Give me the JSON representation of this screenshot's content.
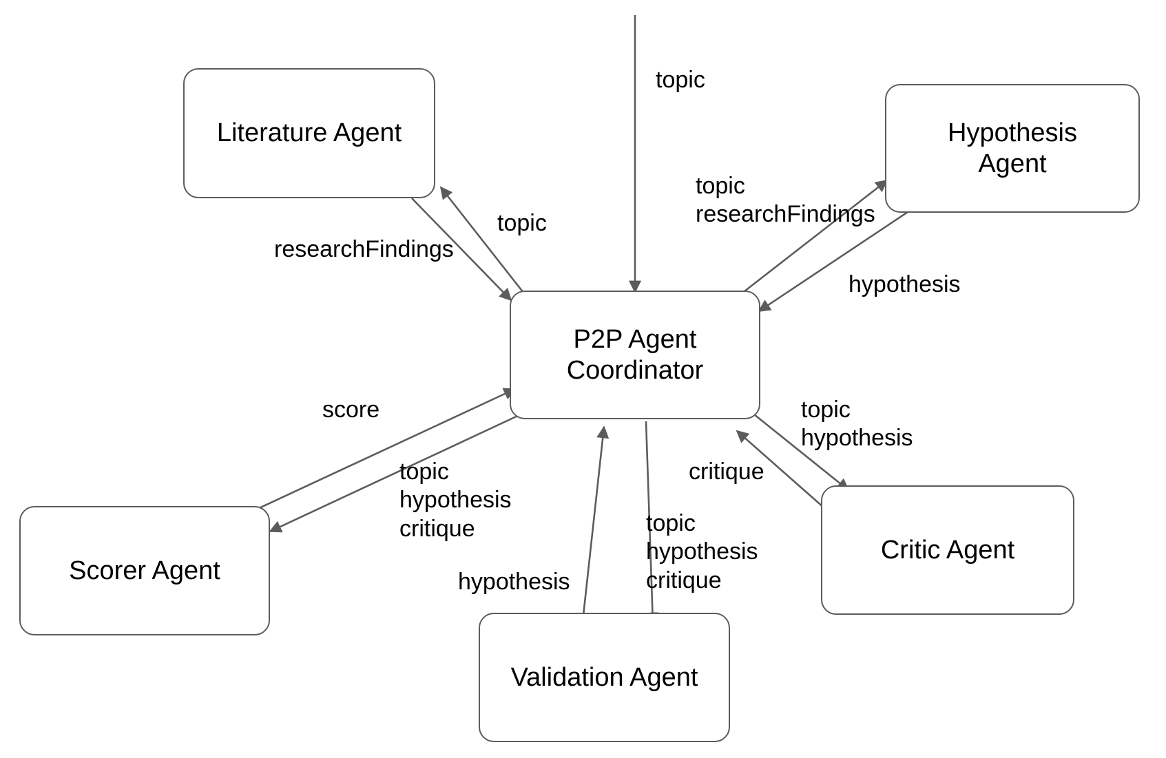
{
  "diagram": {
    "title": "P2P Agent Coordinator multi-agent message flow",
    "background_color": "#ffffff",
    "stroke_color": "#5c5c5c",
    "text_color": "#000000",
    "nodes": [
      {
        "id": "literature",
        "label": "Literature Agent"
      },
      {
        "id": "hypothesis",
        "label": "Hypothesis\nAgent"
      },
      {
        "id": "coordinator",
        "label": "P2P Agent\nCoordinator"
      },
      {
        "id": "scorer",
        "label": "Scorer Agent"
      },
      {
        "id": "critic",
        "label": "Critic Agent"
      },
      {
        "id": "validation",
        "label": "Validation Agent"
      }
    ],
    "edge_labels": [
      {
        "id": "external-topic",
        "text": "topic"
      },
      {
        "id": "coordinator-to-literature-topic",
        "text": "topic"
      },
      {
        "id": "literature-to-coordinator-researchfindings",
        "text": "researchFindings"
      },
      {
        "id": "coordinator-to-hypothesis-payload",
        "text": "topic\nresearchFindings"
      },
      {
        "id": "hypothesis-to-coordinator-hypothesis",
        "text": "hypothesis"
      },
      {
        "id": "scorer-to-coordinator-score",
        "text": "score"
      },
      {
        "id": "coordinator-to-scorer-payload",
        "text": "topic\nhypothesis\ncritique"
      },
      {
        "id": "validation-to-coordinator-hypothesis",
        "text": "hypothesis"
      },
      {
        "id": "coordinator-to-validation-payload",
        "text": "topic\nhypothesis\ncritique"
      },
      {
        "id": "coordinator-to-critic-payload",
        "text": "topic\nhypothesis"
      },
      {
        "id": "critic-to-coordinator-critique",
        "text": "critique"
      }
    ]
  }
}
